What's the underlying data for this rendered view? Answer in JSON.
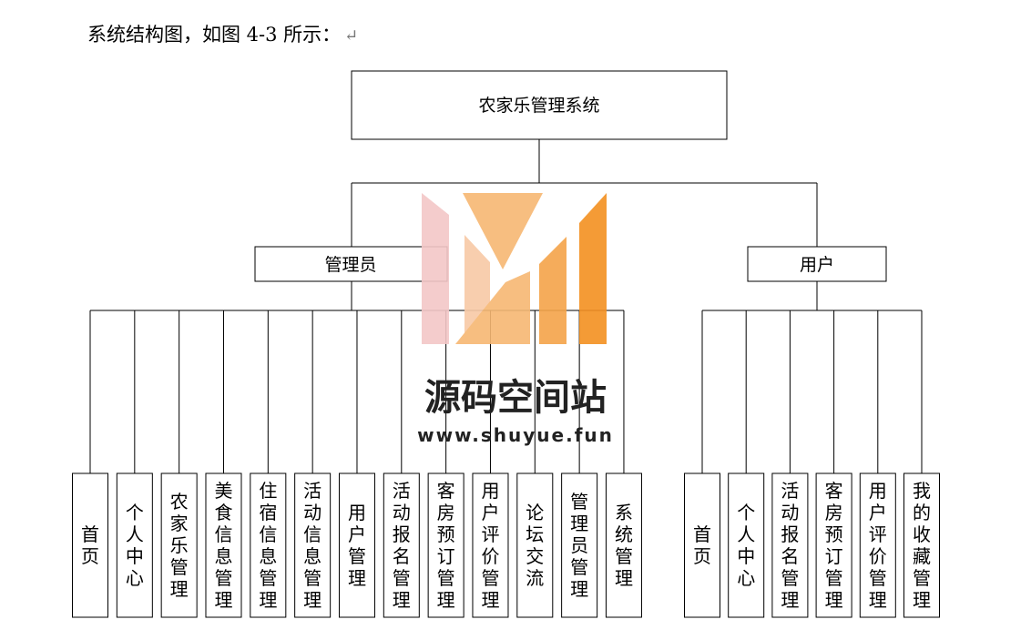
{
  "caption": {
    "text": "系统结构图，如图 4-3 所示：",
    "return_mark": "↵"
  },
  "root": {
    "label": "农家乐管理系统"
  },
  "roles": [
    {
      "label": "管理员",
      "modules": [
        "首页",
        "个人中心",
        "农家乐管理",
        "美食信息管理",
        "住宿信息管理",
        "活动信息管理",
        "用户管理",
        "活动报名管理",
        "客房预订管理",
        "用户评价管理",
        "论坛交流",
        "管理员管理",
        "系统管理"
      ]
    },
    {
      "label": "用户",
      "modules": [
        "首页",
        "个人中心",
        "活动报名管理",
        "客房预订管理",
        "用户评价管理",
        "我的收藏管理"
      ]
    }
  ],
  "watermark": {
    "title": "源码空间站",
    "url": "www.shuyue.fun",
    "colors": {
      "orange": "#f39020",
      "light_orange": "#f7b873",
      "pink": "#f3c7c7",
      "text": "#222222"
    }
  }
}
